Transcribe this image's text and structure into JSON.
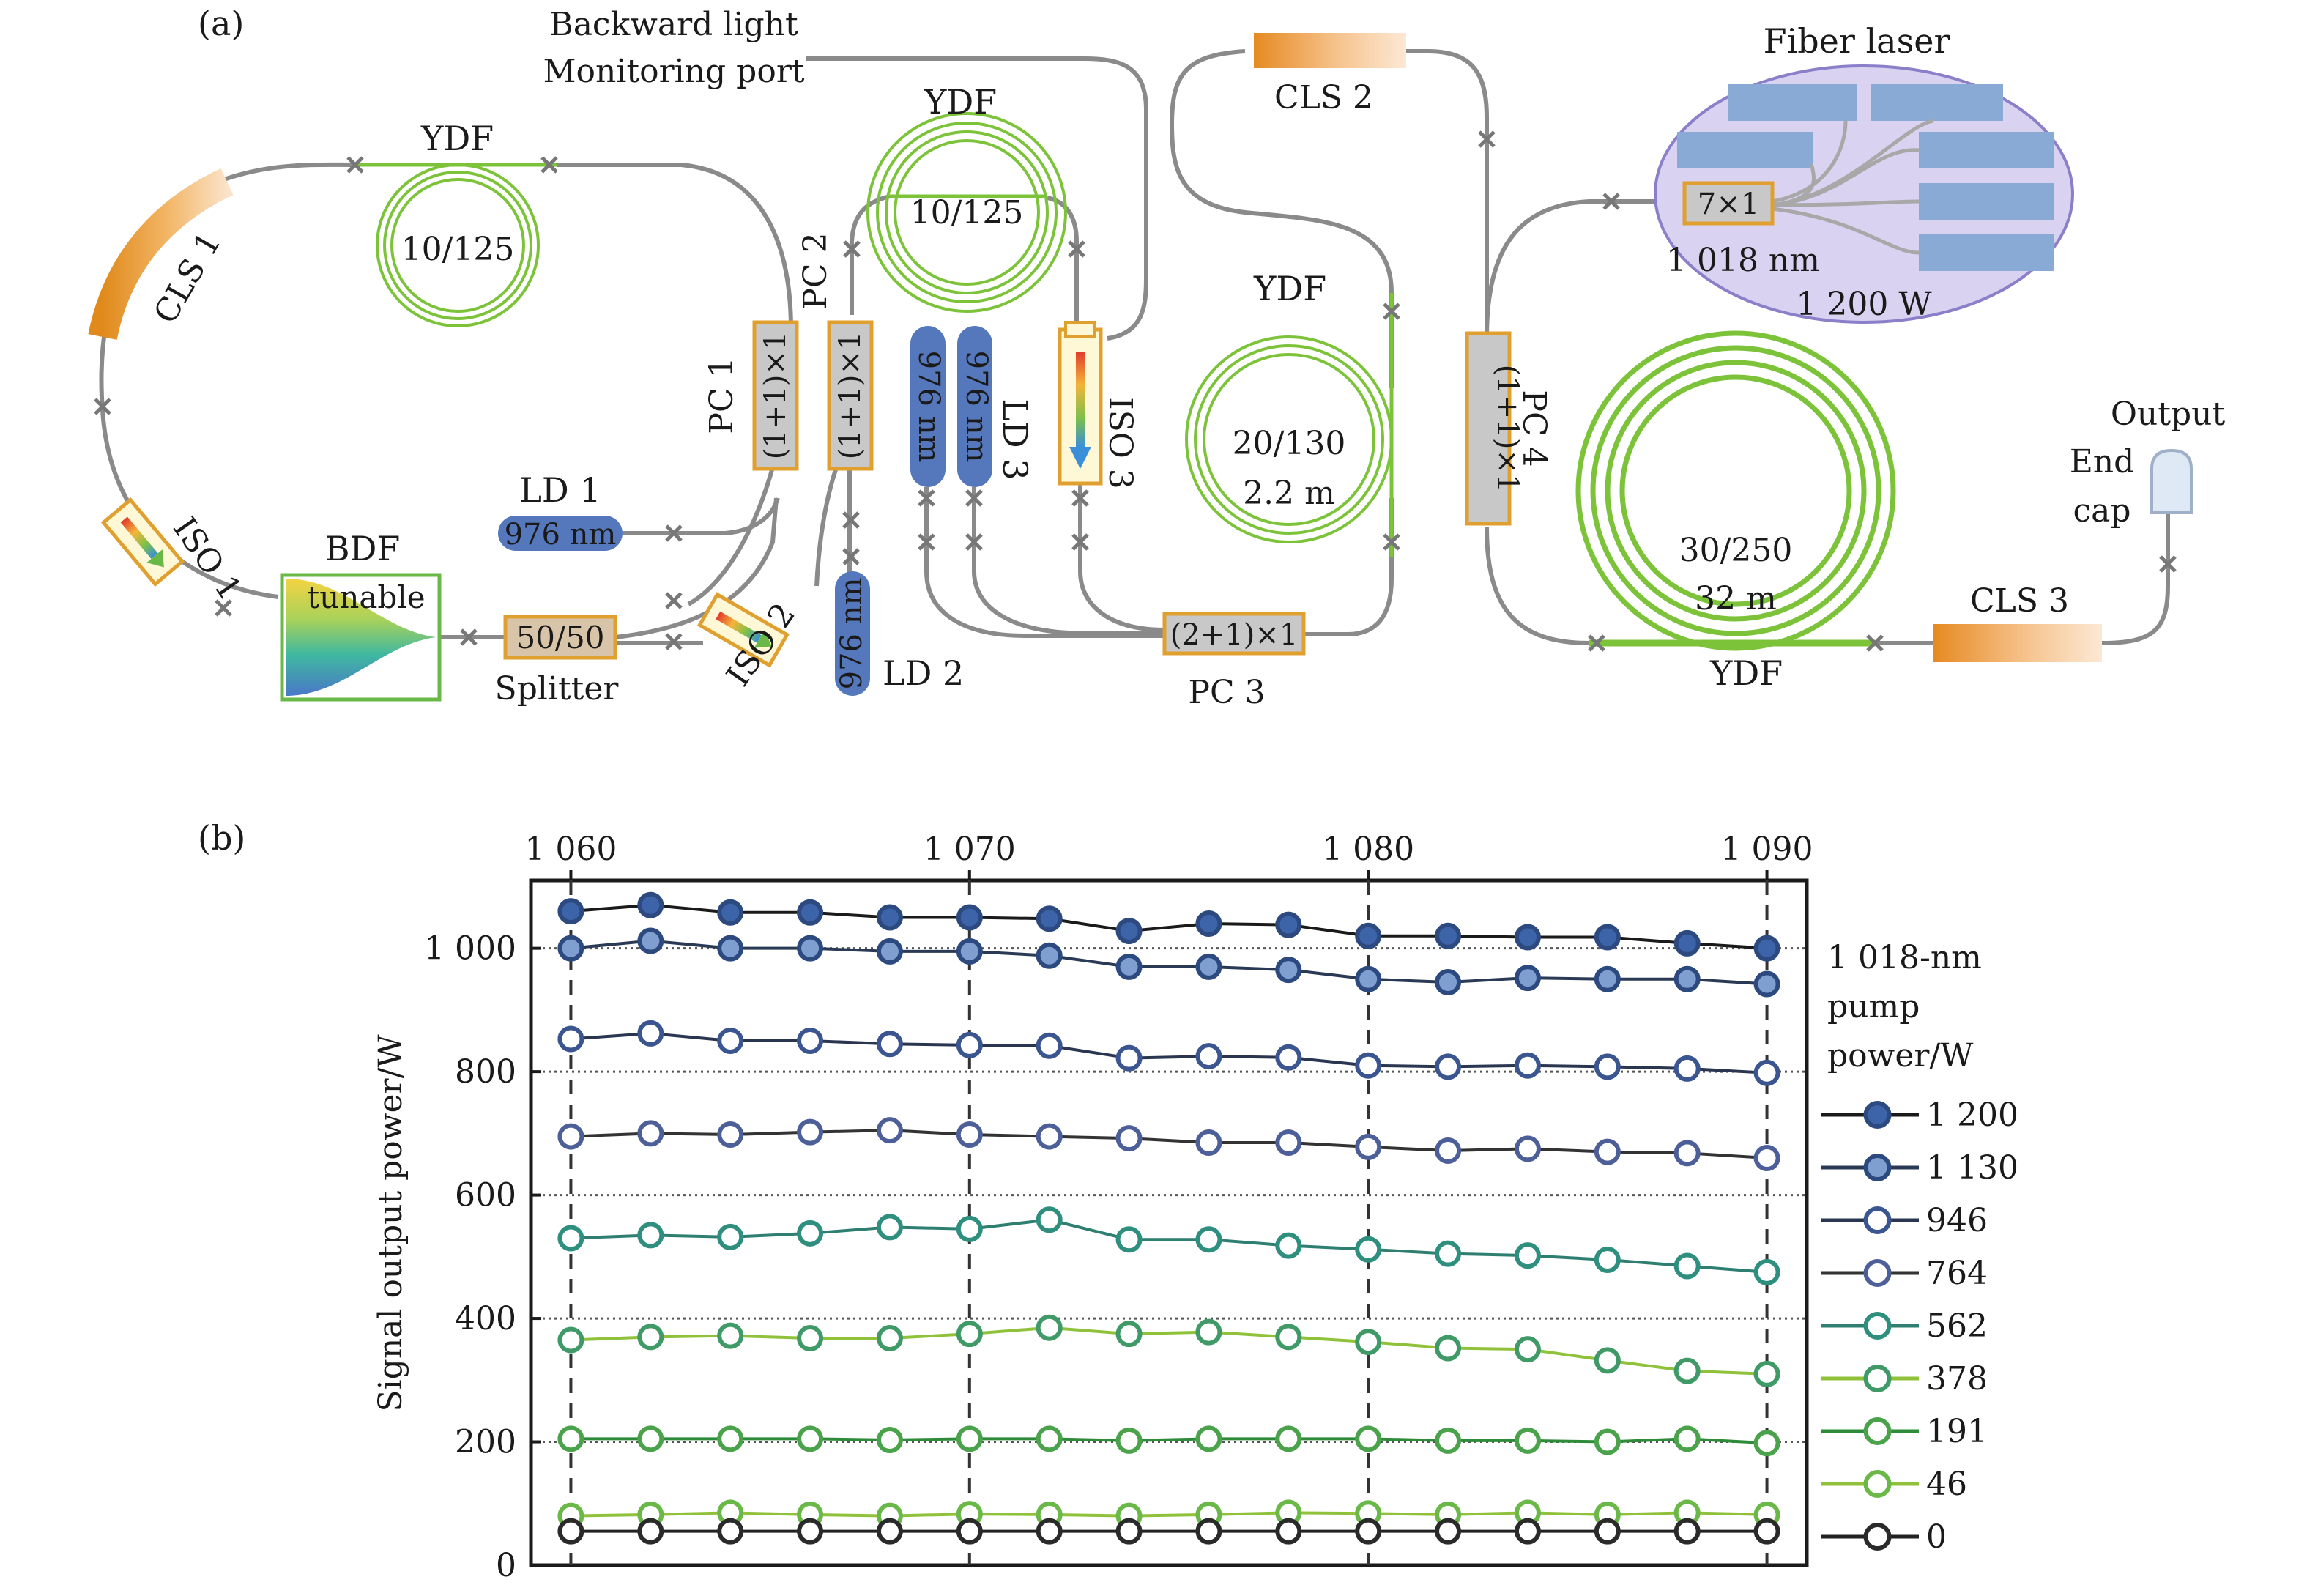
{
  "diagram": {
    "panel_label": "(a)",
    "fiber_laser_title": "Fiber laser",
    "backward_light_line1": "Backward light",
    "backward_light_line2": "Monitoring port",
    "cls1": "CLS 1",
    "cls2": "CLS 2",
    "cls3": "CLS 3",
    "ydf": "YDF",
    "ydf1_spec": "10/125",
    "ydf2_spec": "10/125",
    "ydf3_spec": "20/130",
    "ydf3_len": "2.2 m",
    "ydf4_spec": "30/250",
    "ydf4_len": "32 m",
    "pc1": "PC 1",
    "pc2": "PC 2",
    "pc3": "PC 3",
    "pc4": "PC 4",
    "combiner_1x1": "(1+1)×1",
    "combiner_2x1": "(2+1)×1",
    "combiner_7x1": "7×1",
    "iso1": "ISO 1",
    "iso2": "ISO 2",
    "iso3": "ISO 3",
    "ld1": "LD 1",
    "ld2": "LD 2",
    "ld3": "LD 3",
    "wl976": "976 nm",
    "wl1018": "1 018 nm",
    "power1200": "1 200 W",
    "bdf": "BDF",
    "tunable": "tunable",
    "splitter_ratio": "50/50",
    "splitter": "Splitter",
    "output": "Output",
    "end": "End",
    "cap": "cap",
    "colors": {
      "fiber": "#8a8a8a",
      "ydf": "#7cc33a",
      "pc_fill": "#c8c8c8",
      "pc_border": "#e0a030",
      "ld_fill": "#5577bb",
      "laser_bg": "#d9d2f0",
      "laser_module": "#88aad4"
    }
  },
  "chart_data": {
    "type": "line",
    "panel_label": "(b)",
    "x_ticks": [
      "1 060",
      "1 070",
      "1 080",
      "1 090"
    ],
    "x_tick_values": [
      1060,
      1070,
      1080,
      1090
    ],
    "xlim": [
      1059,
      1091
    ],
    "y_ticks": [
      "0",
      "200",
      "400",
      "600",
      "800",
      "1 000"
    ],
    "y_tick_values": [
      0,
      200,
      400,
      600,
      800,
      1000
    ],
    "ylim": [
      0,
      1110
    ],
    "ylabel": "Signal output power/W",
    "xlabel": "",
    "x_axis_position": "top",
    "grid": "dashed vertical at major x ticks",
    "legend_title": [
      "1 018-nm",
      "pump",
      "power/W"
    ],
    "legend_placement": "right",
    "x": [
      1060,
      1062,
      1064,
      1066,
      1068,
      1070,
      1072,
      1074,
      1076,
      1078,
      1080,
      1082,
      1084,
      1086,
      1088,
      1090
    ],
    "series": [
      {
        "name": "1 200",
        "line": "#1a1a1a",
        "marker_edge": "#2c4a80",
        "marker_fill": "#3d64a8",
        "values": [
          1060,
          1070,
          1058,
          1058,
          1050,
          1050,
          1048,
          1028,
          1040,
          1038,
          1020,
          1020,
          1018,
          1018,
          1008,
          1000
        ]
      },
      {
        "name": "1 130",
        "line": "#2a3a55",
        "marker_edge": "#2c4a80",
        "marker_fill": "#7f9fd0",
        "values": [
          1000,
          1012,
          1000,
          1000,
          995,
          995,
          988,
          970,
          970,
          965,
          950,
          945,
          952,
          950,
          950,
          942
        ]
      },
      {
        "name": "946",
        "line": "#2a3550",
        "marker_edge": "#3a5590",
        "marker_fill": "#ffffff",
        "values": [
          853,
          862,
          850,
          850,
          845,
          843,
          842,
          822,
          825,
          823,
          810,
          808,
          810,
          808,
          805,
          798
        ]
      },
      {
        "name": "764",
        "line": "#333333",
        "marker_edge": "#4d5f98",
        "marker_fill": "#ffffff",
        "values": [
          695,
          700,
          698,
          702,
          705,
          698,
          695,
          692,
          685,
          685,
          678,
          672,
          675,
          670,
          668,
          660
        ]
      },
      {
        "name": "562",
        "line": "#2e7f72",
        "marker_edge": "#2f8f7f",
        "marker_fill": "#ffffff",
        "values": [
          530,
          535,
          532,
          538,
          548,
          545,
          560,
          528,
          528,
          518,
          512,
          505,
          502,
          495,
          485,
          475
        ]
      },
      {
        "name": "378",
        "line": "#8fc23a",
        "marker_edge": "#3f9a68",
        "marker_fill": "#ffffff",
        "values": [
          365,
          370,
          372,
          368,
          368,
          375,
          385,
          375,
          378,
          370,
          362,
          352,
          350,
          332,
          315,
          310
        ]
      },
      {
        "name": "191",
        "line": "#2e8b3a",
        "marker_edge": "#4aa24a",
        "marker_fill": "#ffffff",
        "values": [
          205,
          205,
          205,
          205,
          203,
          205,
          205,
          202,
          205,
          205,
          205,
          202,
          202,
          200,
          205,
          198
        ]
      },
      {
        "name": "46",
        "line": "#8fc23a",
        "marker_edge": "#6ab848",
        "marker_fill": "#ffffff",
        "values": [
          80,
          82,
          85,
          82,
          80,
          83,
          82,
          80,
          82,
          85,
          84,
          82,
          85,
          82,
          85,
          82
        ]
      },
      {
        "name": "0",
        "line": "#222222",
        "marker_edge": "#2a2a2a",
        "marker_fill": "#ffffff",
        "values": [
          55,
          55,
          55,
          55,
          55,
          55,
          55,
          55,
          55,
          55,
          55,
          55,
          55,
          55,
          55,
          55
        ]
      }
    ]
  }
}
